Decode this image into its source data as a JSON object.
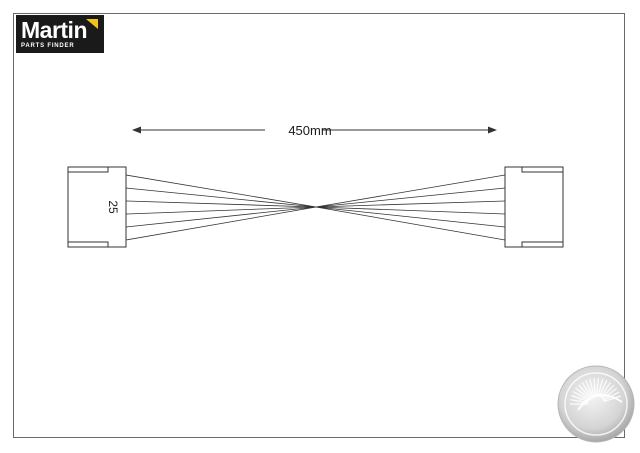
{
  "logo": {
    "word": "Martin",
    "tagline": "PARTS FINDER",
    "accent_color": "#f2c21b"
  },
  "drawing": {
    "dimension_label": "450mm",
    "connector_label": "25",
    "wire_count": 6
  },
  "watermark": {
    "icon": "spiral-seal-icon"
  }
}
